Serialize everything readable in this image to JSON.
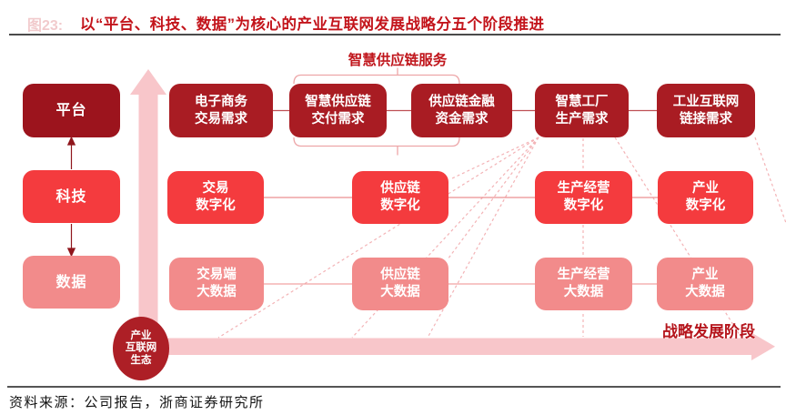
{
  "figure_label": "图23:",
  "title": "以“平台、科技、数据”为核心的产业互联网发展战略分五个阶段推进",
  "supply_chain_service_label": "智慧供应链服务",
  "x_axis_label": "战略发展阶段",
  "origin_circle": {
    "line1": "产业",
    "line2": "互联网",
    "line3": "生态"
  },
  "left_column": {
    "platform": "平台",
    "technology": "科技",
    "data": "数据"
  },
  "top_row": [
    {
      "line1": "电子商务",
      "line2": "交易需求"
    },
    {
      "line1": "智慧供应链",
      "line2": "交付需求"
    },
    {
      "line1": "供应链金融",
      "line2": "资金需求"
    },
    {
      "line1": "智慧工厂",
      "line2": "生产需求"
    },
    {
      "line1": "工业互联网",
      "line2": "链接需求"
    }
  ],
  "middle_row": [
    {
      "line1": "交易",
      "line2": "数字化"
    },
    {
      "line1": "供应链",
      "line2": "数字化"
    },
    {
      "line1": "生产经营",
      "line2": "数字化"
    },
    {
      "line1": "产业",
      "line2": "数字化"
    }
  ],
  "bottom_row": [
    {
      "line1": "交易端",
      "line2": "大数据"
    },
    {
      "line1": "供应链",
      "line2": "大数据"
    },
    {
      "line1": "生产经营",
      "line2": "大数据"
    },
    {
      "line1": "产业",
      "line2": "大数据"
    }
  ],
  "footer": {
    "source": "资料来源：公司报告，浙商证券研究所"
  },
  "colors": {
    "title_red": "#c3141b",
    "dark_box_red": "#a91c23",
    "platform_red": "#9c141d",
    "bright_red": "#f43b3e",
    "salmon": "#f28b8b",
    "pink_arrow": "#f8c6ca",
    "dashed_pink": "#f3b3b6",
    "axis_label_red": "#b5151c"
  }
}
